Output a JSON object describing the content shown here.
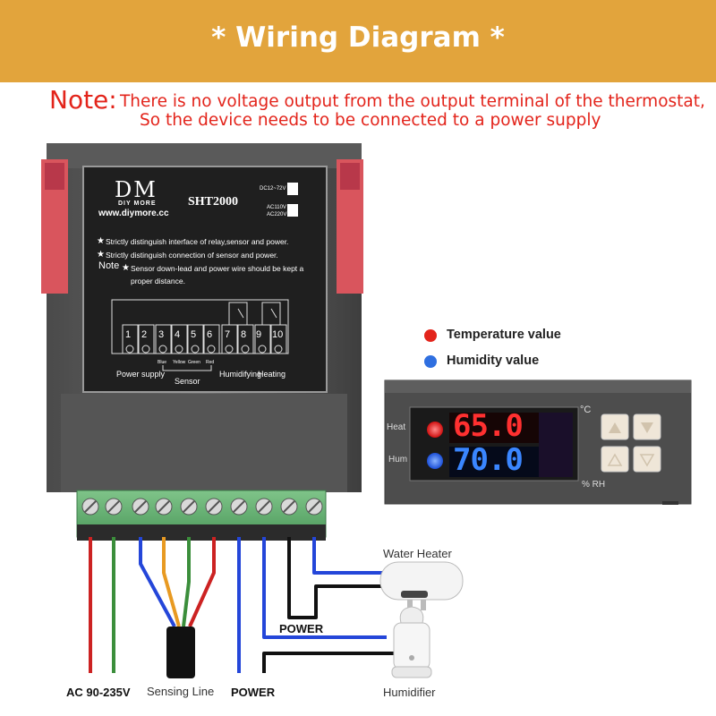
{
  "banner": {
    "title": "* Wiring Diagram *",
    "color": "#e2a43c"
  },
  "note": {
    "label": "Note:",
    "line1": "There is no voltage output from the output terminal of the thermostat,",
    "line2": "So the device needs to be connected to a power supply"
  },
  "device": {
    "brand": "DIY MORE",
    "logo": "DM",
    "website": "www.diymore.cc",
    "model": "SHT2000",
    "voltage_options": [
      "DC12~72V",
      "AC110V",
      "AC220V"
    ],
    "note_label": "Note",
    "warnings": [
      "Strictly distinguish interface of relay,sensor and power.",
      "Strictly distinguish connection of sensor and power.",
      "Sensor down-lead and power wire should be kept a",
      "proper distance."
    ],
    "terminals": [
      "1",
      "2",
      "3",
      "4",
      "5",
      "6",
      "7",
      "8",
      "9",
      "10"
    ],
    "groups": {
      "power": "Power supply",
      "sensor": "Sensor",
      "humidifying": "Humidifying",
      "heating": "Heating"
    },
    "sensor_colors": [
      "Blue",
      "Yellow",
      "Green",
      "Red"
    ]
  },
  "legend": {
    "temperature": {
      "label": "Temperature value",
      "color": "#e3241b"
    },
    "humidity": {
      "label": "Humidity value",
      "color": "#2f6fe0"
    }
  },
  "controller": {
    "heat_label": "Heat",
    "hum_label": "Hum",
    "temperature_display": "65.0",
    "humidity_display": "70.0",
    "unit_c": "°C",
    "unit_rh": "% RH"
  },
  "wiring": {
    "ac_label": "AC 90-235V",
    "sensing_label": "Sensing Line",
    "power_label_bottom": "POWER",
    "power_label_mid": "POWER",
    "water_heater": "Water Heater",
    "humidifier": "Humidifier"
  }
}
